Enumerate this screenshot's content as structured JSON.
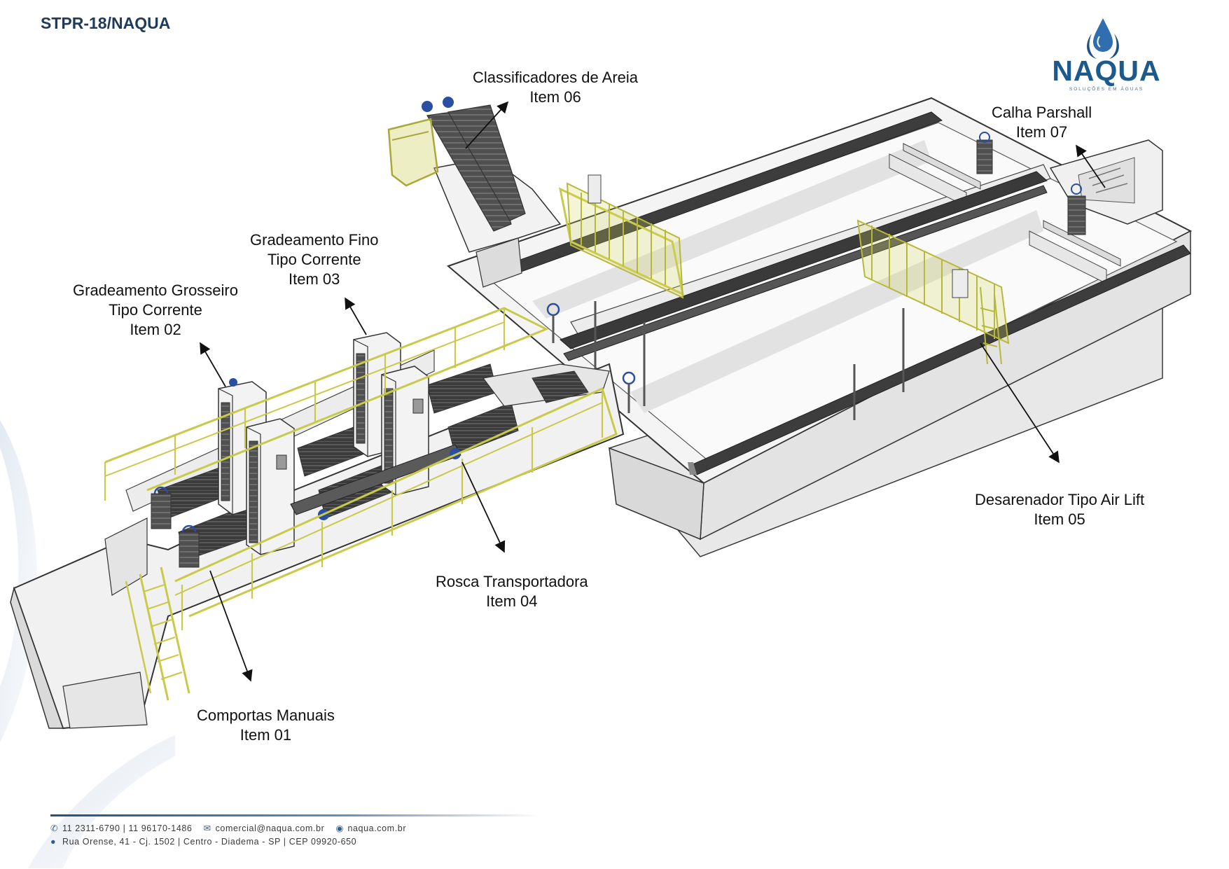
{
  "header": {
    "doc_code": "STPR-18/NAQUA"
  },
  "logo": {
    "name": "NAQUA",
    "tagline": "SOLUÇÕES EM ÁGUAS",
    "color": "#1c5a8e",
    "icon": "water-drop-icon"
  },
  "callouts": [
    {
      "id": "item01",
      "name": "Comportas Manuais",
      "item": "Item 01"
    },
    {
      "id": "item02",
      "name_line1": "Gradeamento Grosseiro",
      "name_line2": "Tipo Corrente",
      "item": "Item 02"
    },
    {
      "id": "item03",
      "name_line1": "Gradeamento Fino",
      "name_line2": "Tipo Corrente",
      "item": "Item 03"
    },
    {
      "id": "item04",
      "name": "Rosca Transportadora",
      "item": "Item 04"
    },
    {
      "id": "item05",
      "name": "Desarenador Tipo Air Lift",
      "item": "Item 05"
    },
    {
      "id": "item06",
      "name": "Classificadores de Areia",
      "item": "Item 06"
    },
    {
      "id": "item07",
      "name": "Calha Parshall",
      "item": "Item 07"
    }
  ],
  "footer": {
    "phones": "11 2311-6790  |  11 96170-1486",
    "email": "comercial@naqua.com.br",
    "website": "naqua.com.br",
    "address": "Rua Orense, 41  -  Cj. 1502  |  Centro  -  Diadema  -  SP  |  CEP 09920-650"
  },
  "colors": {
    "railing": "#c9c94a",
    "concrete": "#f1f1f1",
    "edge": "#3a3a3a",
    "channel": "#4a4a4a",
    "brand_dark": "#1f3a5a"
  }
}
